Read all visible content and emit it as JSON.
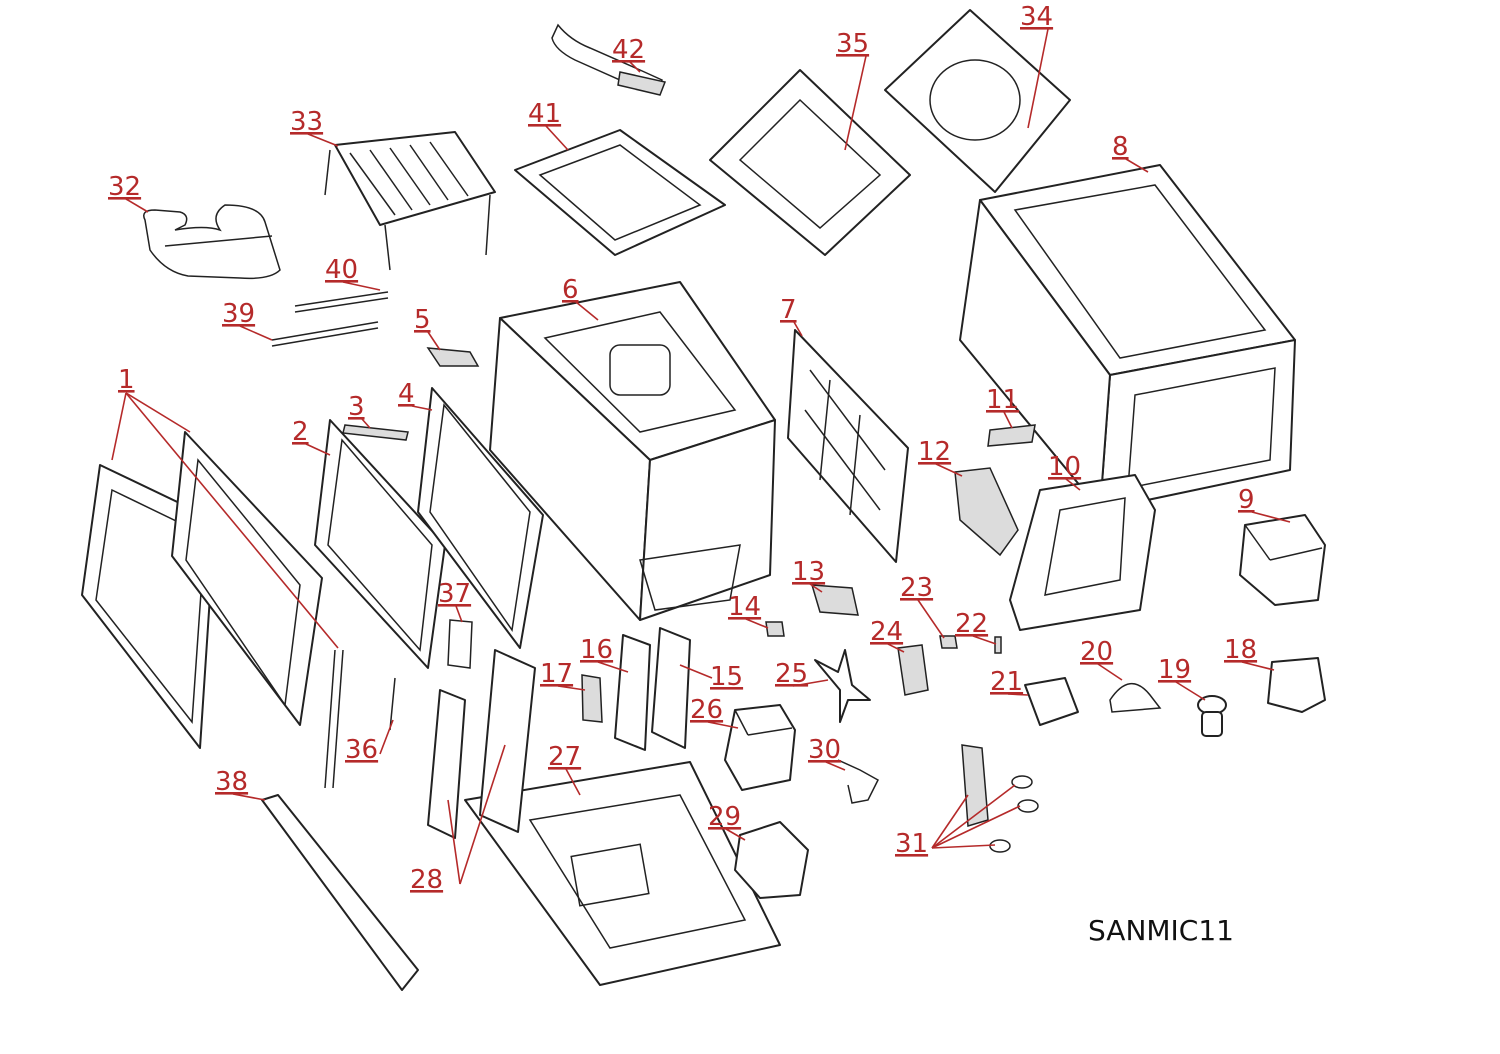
{
  "diagram_code": "SANMIC11",
  "callouts": [
    "1",
    "2",
    "3",
    "4",
    "5",
    "6",
    "7",
    "8",
    "9",
    "10",
    "11",
    "12",
    "13",
    "14",
    "15",
    "16",
    "17",
    "18",
    "19",
    "20",
    "21",
    "22",
    "23",
    "24",
    "25",
    "26",
    "27",
    "28",
    "29",
    "30",
    "31",
    "32",
    "33",
    "34",
    "35",
    "36",
    "37",
    "38",
    "39",
    "40",
    "41",
    "42"
  ],
  "colors": {
    "callout": "#b52a2a",
    "line": "#222222",
    "background": "#ffffff"
  }
}
